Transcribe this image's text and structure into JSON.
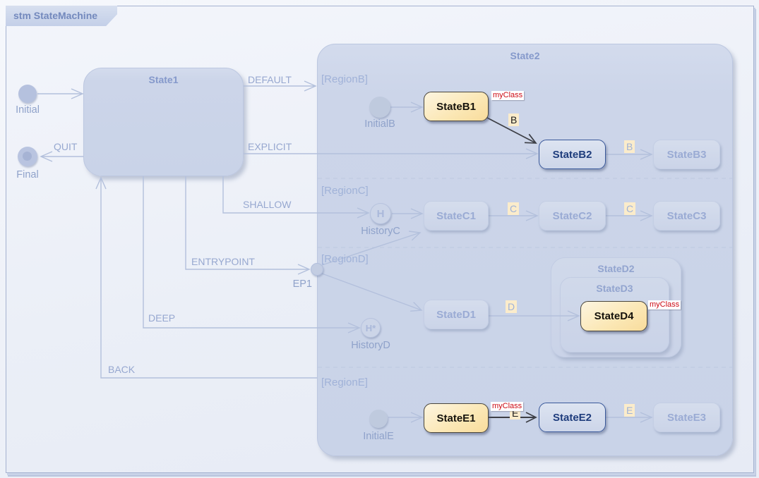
{
  "frame": {
    "title": "stm StateMachine"
  },
  "states": {
    "state1": "State1",
    "state2": "State2",
    "stateB1": "StateB1",
    "stateB2": "StateB2",
    "stateB3": "StateB3",
    "stateC1": "StateC1",
    "stateC2": "StateC2",
    "stateC3": "StateC3",
    "stateD1": "StateD1",
    "stateD2": "StateD2",
    "stateD3": "StateD3",
    "stateD4": "StateD4",
    "stateE1": "StateE1",
    "stateE2": "StateE2",
    "stateE3": "StateE3"
  },
  "regions": {
    "regionB": "[RegionB]",
    "regionC": "[RegionC]",
    "regionD": "[RegionD]",
    "regionE": "[RegionE]"
  },
  "pseudostates": {
    "initial": "Initial",
    "final": "Final",
    "initialB": "InitialB",
    "historyC": "HistoryC",
    "historyC_glyph": "H",
    "ep1": "EP1",
    "historyD": "HistoryD",
    "historyD_glyph": "H*",
    "initialE": "InitialE"
  },
  "transitions": {
    "quit": "QUIT",
    "default": "DEFAULT",
    "explicit": "EXPLICIT",
    "shallow": "SHALLOW",
    "entrypoint": "ENTRYPOINT",
    "deep": "DEEP",
    "back": "BACK"
  },
  "triggers": {
    "b_b1b2": "B",
    "b_b2b3": "B",
    "c_c1c2": "C",
    "c_c2c3": "C",
    "d_d1d4": "D",
    "e_e1e2": "E",
    "e_e2e3": "E"
  },
  "stereotypes": {
    "stateB1": "myClass",
    "stateD4": "myClass",
    "stateE1": "myClass"
  },
  "colors": {
    "highlight_fill": "#fbe7b4",
    "highlight_border": "#4a463c",
    "active_border": "#39589a",
    "active_text": "#1e3c7c",
    "stereotype_text": "#cc0a14",
    "trigger_bg": "#fbeccb",
    "faded_text": "#9aabd4",
    "line": "#b3c0dc",
    "dark_line": "#3d3f46"
  }
}
